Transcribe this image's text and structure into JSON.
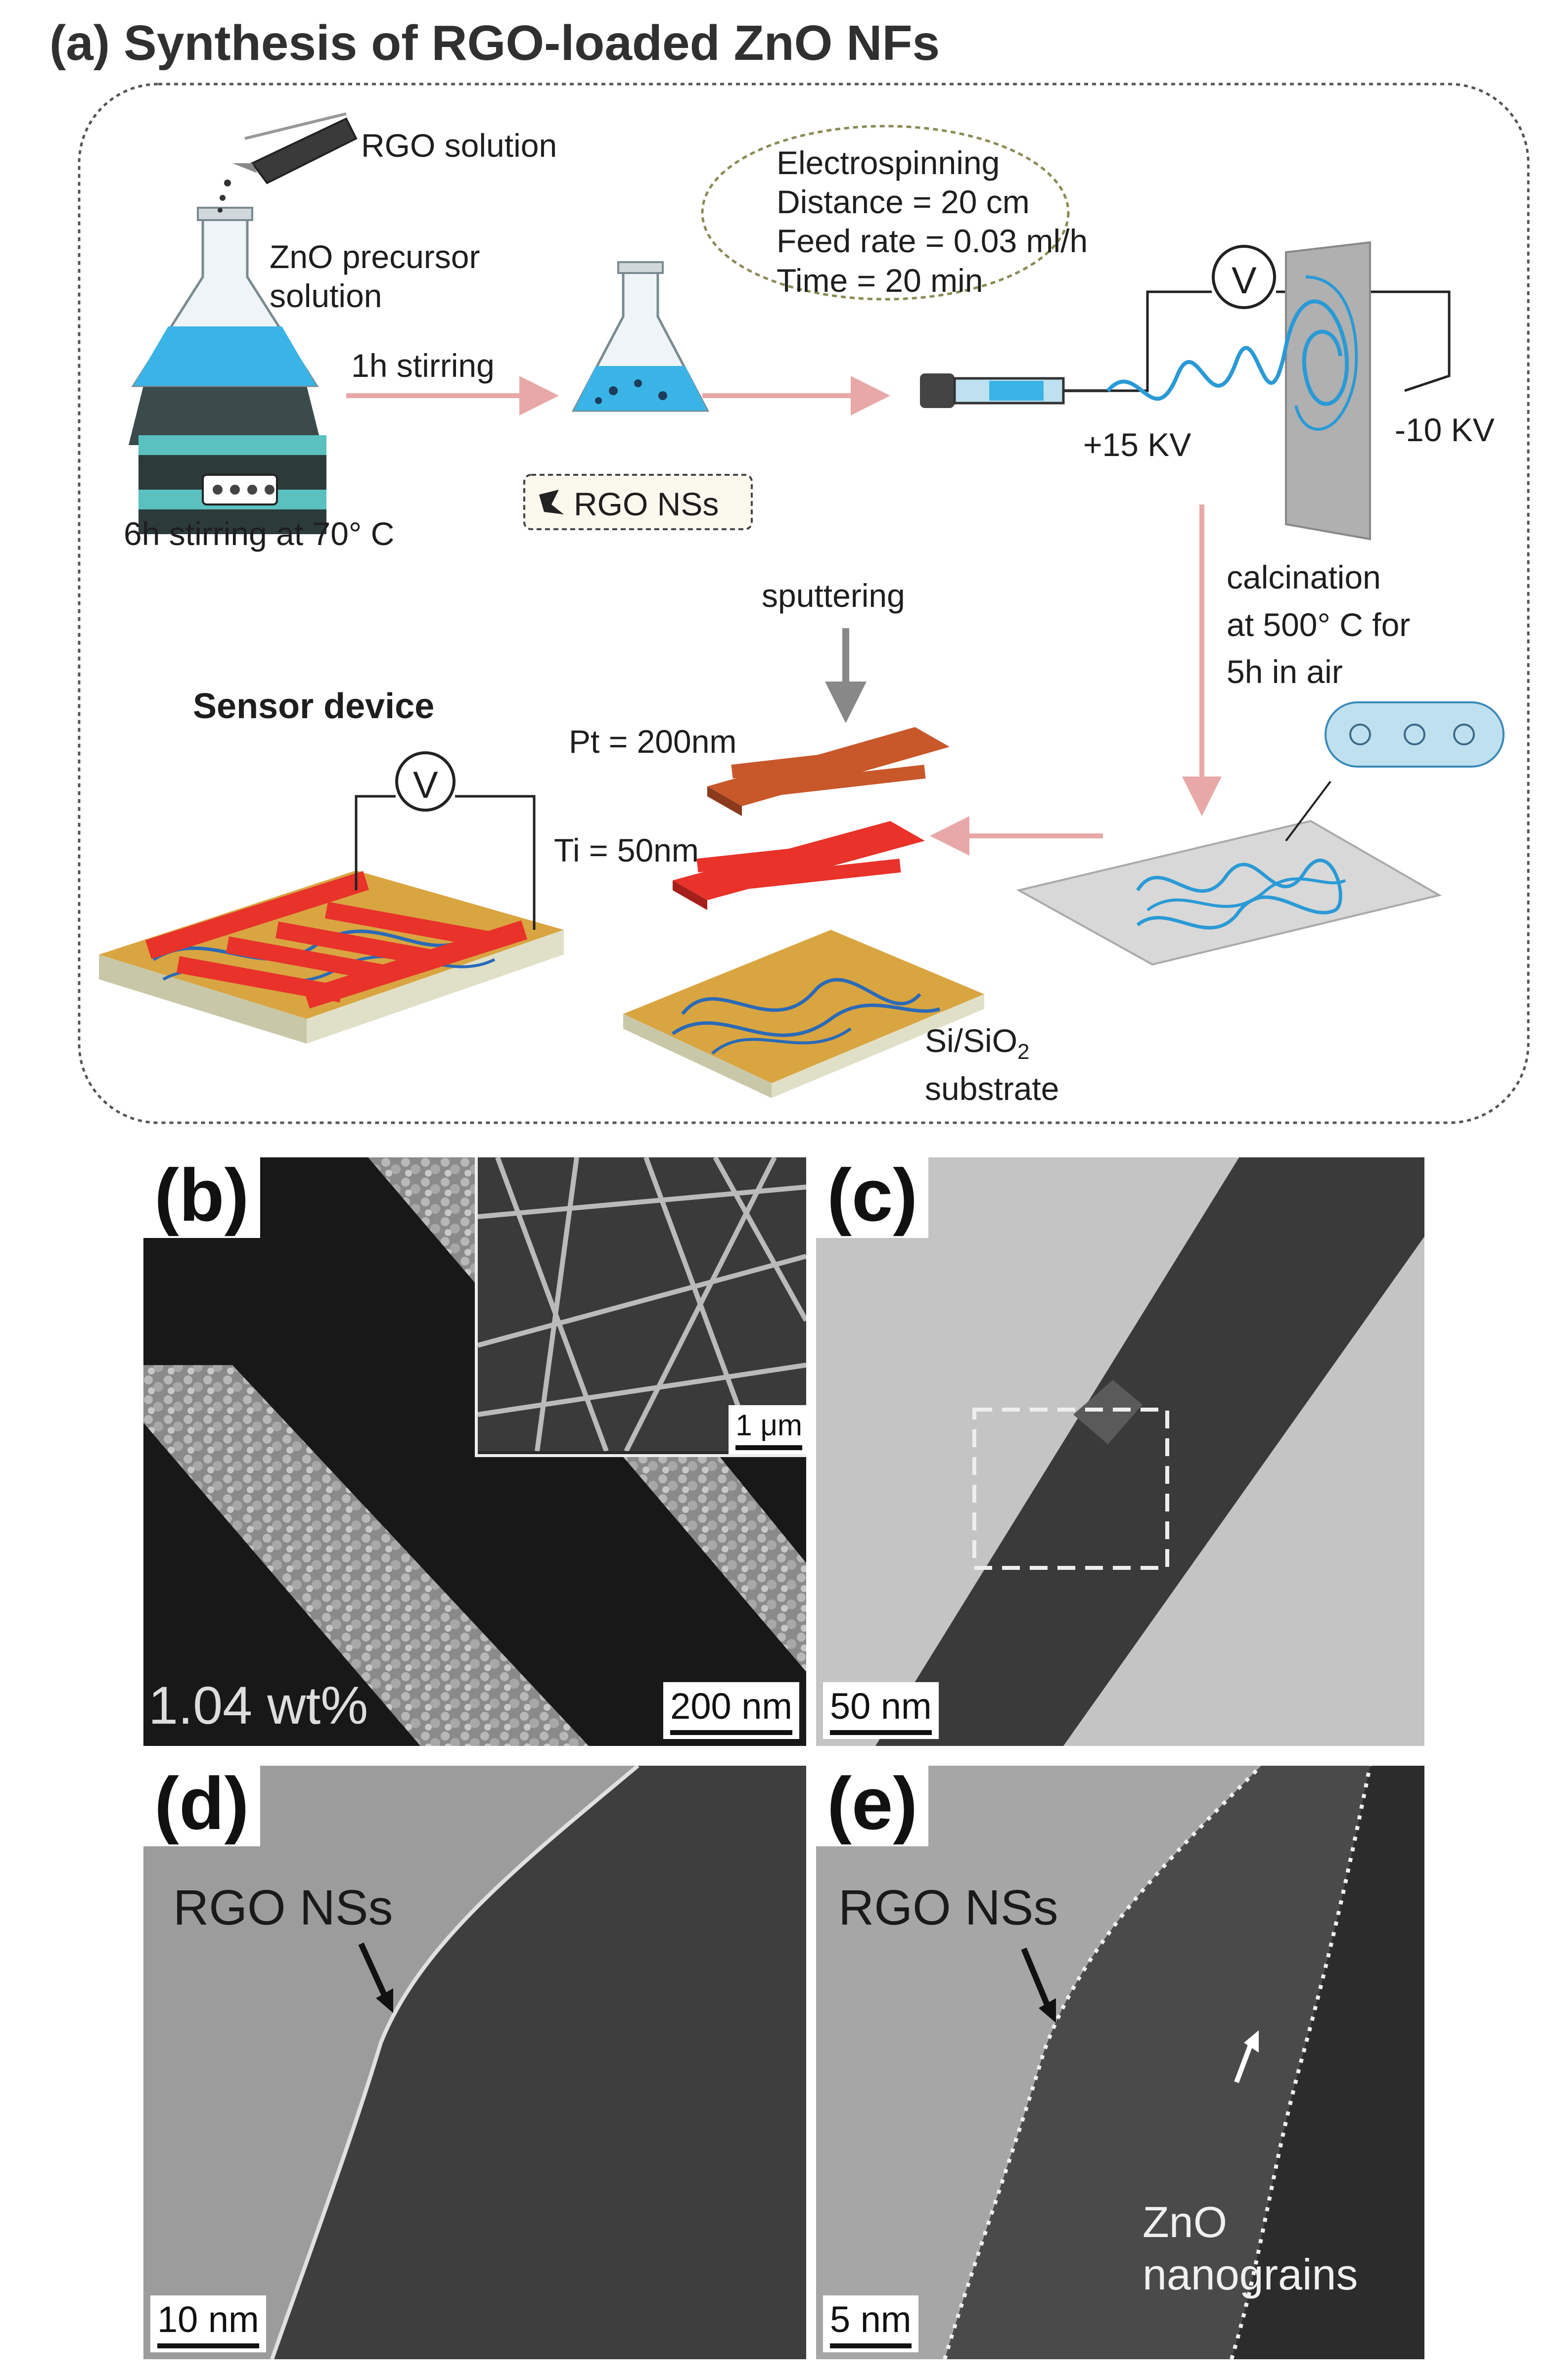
{
  "figure": {
    "a": {
      "title": "(a) Synthesis of RGO-loaded ZnO NFs",
      "rgo_solution": "RGO solution",
      "zno_precursor": "ZnO precursor\nsolution",
      "stirring_70": "6h stirring at 70° C",
      "stirring_1h": "1h stirring",
      "rgo_nss_tag": "RGO NSs",
      "electrospinning": {
        "title": "Electrospinning",
        "distance": "Distance = 20 cm",
        "feed_rate": "Feed rate = 0.03 ml/h",
        "time": "Time = 20 min"
      },
      "voltmeter_symbol": "V",
      "plus_kv": "+15 KV",
      "minus_kv": "-10 KV",
      "calcination": "calcination\nat 500° C for\n5h in air",
      "sputtering": "sputtering",
      "pt": "Pt = 200nm",
      "ti": "Ti = 50nm",
      "sensor_device": "Sensor device",
      "substrate_main": "Si/SiO",
      "substrate_sub": "2",
      "substrate_word": "substrate"
    },
    "b": {
      "letter": "(b)",
      "wt": "1.04 wt%",
      "inset_scale": "1 μm",
      "scale": "200 nm"
    },
    "c": {
      "letter": "(c)",
      "scale": "50 nm"
    },
    "d": {
      "letter": "(d)",
      "label": "RGO NSs",
      "scale": "10 nm"
    },
    "e": {
      "letter": "(e)",
      "label": "RGO NSs",
      "zno": "ZnO\nnanograins",
      "scale": "5 nm"
    }
  },
  "colors": {
    "solution_blue": "#3ab4e6",
    "electrode_red": "#e8322a",
    "electrode_orange": "#c8572a",
    "substrate_gold": "#d9a541",
    "arrow_pink": "#e8a8a8",
    "fiber_blue": "#2a9ad6"
  }
}
